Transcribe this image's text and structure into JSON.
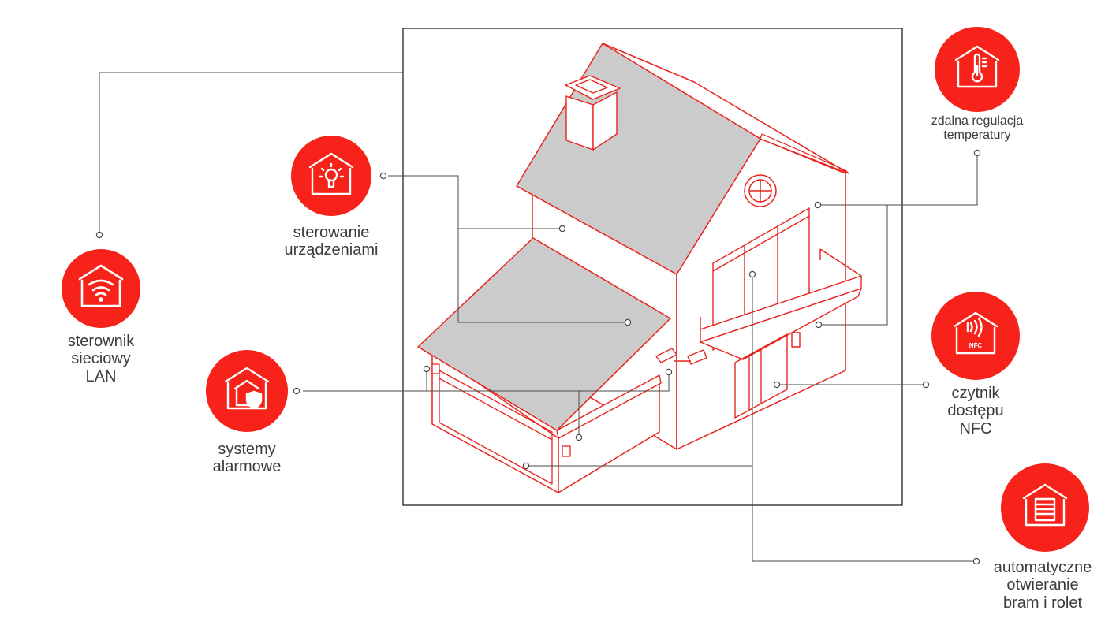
{
  "colors": {
    "accent": "#f7221a",
    "outline": "#e8231c",
    "roof": "#cbcbcb",
    "connector": "#4a4a4a",
    "text": "#3b3b3b"
  },
  "features": {
    "lan": {
      "icon": "wifi-icon",
      "lines": [
        "sterownik",
        "sieciowy",
        "LAN"
      ]
    },
    "devices": {
      "icon": "lightbulb-icon",
      "lines": [
        "sterowanie",
        "urządzeniami"
      ]
    },
    "alarm": {
      "icon": "house-shield-icon",
      "lines": [
        "systemy",
        "alarmowe"
      ]
    },
    "temperature": {
      "icon": "thermometer-icon",
      "lines": [
        "zdalna regulacja",
        "temperatury"
      ]
    },
    "nfc": {
      "icon": "nfc-icon",
      "badge": "NFC",
      "lines": [
        "czytnik",
        "dostępu",
        "NFC"
      ]
    },
    "gates": {
      "icon": "gate-icon",
      "lines": [
        "automatyczne",
        "otwieranie",
        "bram i rolet"
      ]
    }
  }
}
